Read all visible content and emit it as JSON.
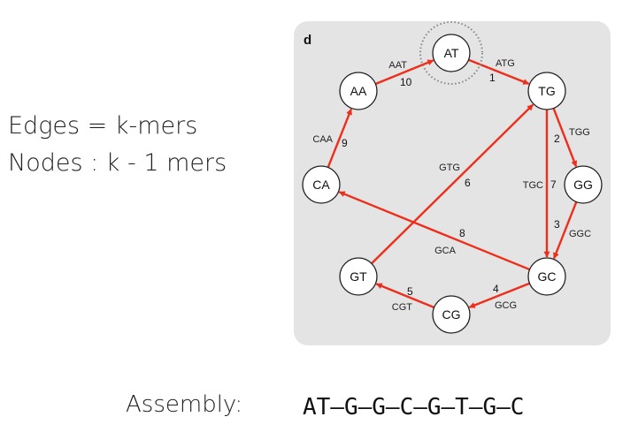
{
  "legend": {
    "line1": "Edges = k-mers",
    "line2": "Nodes : k - 1 mers"
  },
  "panel": {
    "letter": "d"
  },
  "nodes": [
    {
      "id": "AT",
      "label": "AT",
      "start": true
    },
    {
      "id": "TG",
      "label": "TG"
    },
    {
      "id": "GG",
      "label": "GG"
    },
    {
      "id": "GC",
      "label": "GC"
    },
    {
      "id": "CG",
      "label": "CG"
    },
    {
      "id": "GT",
      "label": "GT"
    },
    {
      "id": "CA",
      "label": "CA"
    },
    {
      "id": "AA",
      "label": "AA"
    }
  ],
  "edges": [
    {
      "from": "AT",
      "to": "TG",
      "kmer": "ATG",
      "order": "1"
    },
    {
      "from": "TG",
      "to": "GG",
      "kmer": "TGG",
      "order": "2"
    },
    {
      "from": "GG",
      "to": "GC",
      "kmer": "GGC",
      "order": "3"
    },
    {
      "from": "GC",
      "to": "CG",
      "kmer": "GCG",
      "order": "4"
    },
    {
      "from": "CG",
      "to": "GT",
      "kmer": "CGT",
      "order": "5"
    },
    {
      "from": "GT",
      "to": "TG",
      "kmer": "GTG",
      "order": "6"
    },
    {
      "from": "TG",
      "to": "GC",
      "kmer": "TGC",
      "order": "7"
    },
    {
      "from": "GC",
      "to": "CA",
      "kmer": "GCA",
      "order": "8"
    },
    {
      "from": "CA",
      "to": "AA",
      "kmer": "CAA",
      "order": "9"
    },
    {
      "from": "AA",
      "to": "AT",
      "kmer": "AAT",
      "order": "10"
    }
  ],
  "colors": {
    "edge": "#ee2e1a",
    "panel": "#e4e4e4"
  },
  "assembly": {
    "label": "Assembly:",
    "sequence": "AT–G–G–C–G–T–G–C"
  }
}
